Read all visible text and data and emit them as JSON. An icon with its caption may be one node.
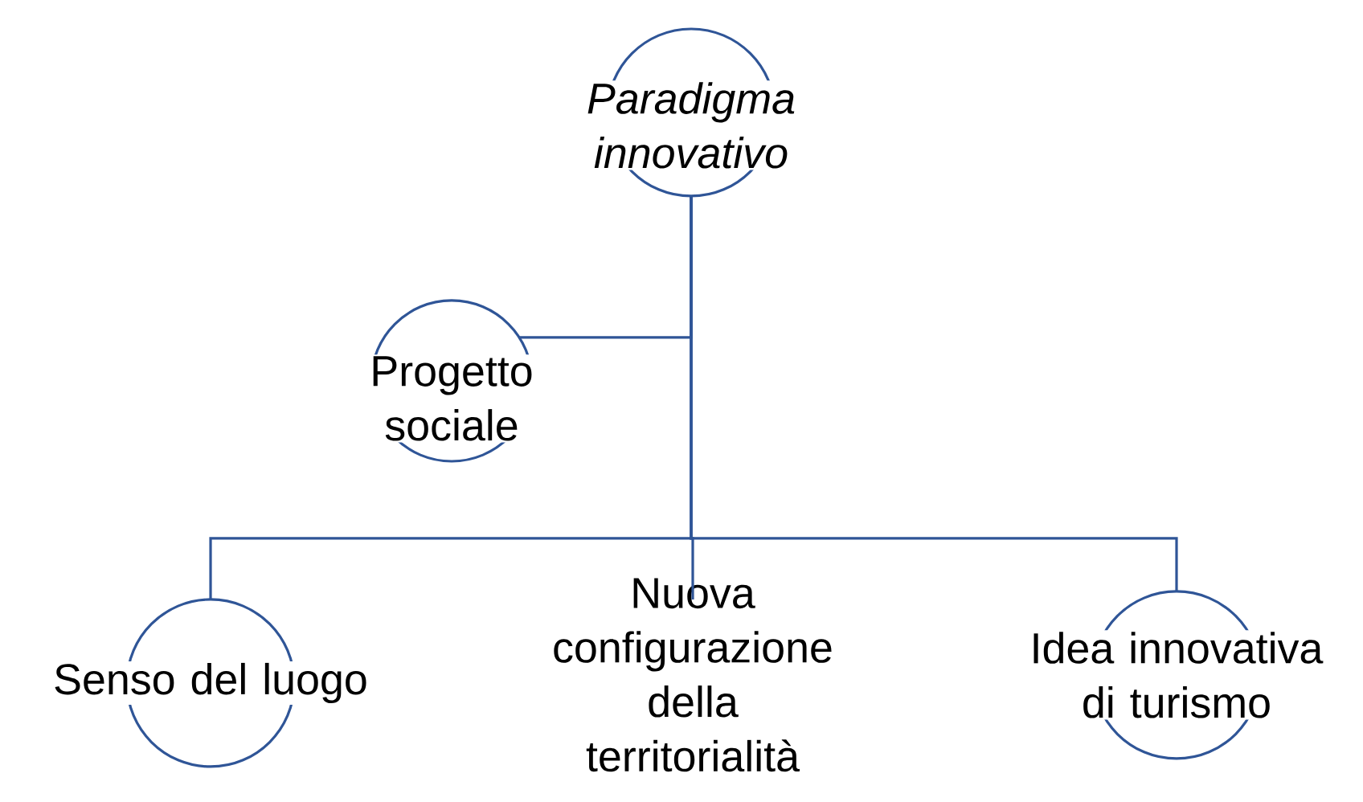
{
  "diagram": {
    "nodes": [
      {
        "text": [
          "Paradigma innovativo"
        ]
      },
      {
        "text": [
          "Progetto sociale"
        ]
      },
      {
        "text": [
          "Senso del luogo"
        ]
      },
      {
        "text": [
          "Nuova configurazione della territorialità"
        ]
      },
      {
        "text": [
          "Idea innovativa di turismo"
        ]
      }
    ],
    "edges": [
      {
        "from": 0,
        "to": 1,
        "arrow": "none"
      },
      {
        "from": 0,
        "to": 2,
        "arrow": "none"
      },
      {
        "from": 0,
        "to": 3,
        "arrow": "none"
      },
      {
        "from": 0,
        "to": 4,
        "arrow": "none"
      }
    ]
  }
}
